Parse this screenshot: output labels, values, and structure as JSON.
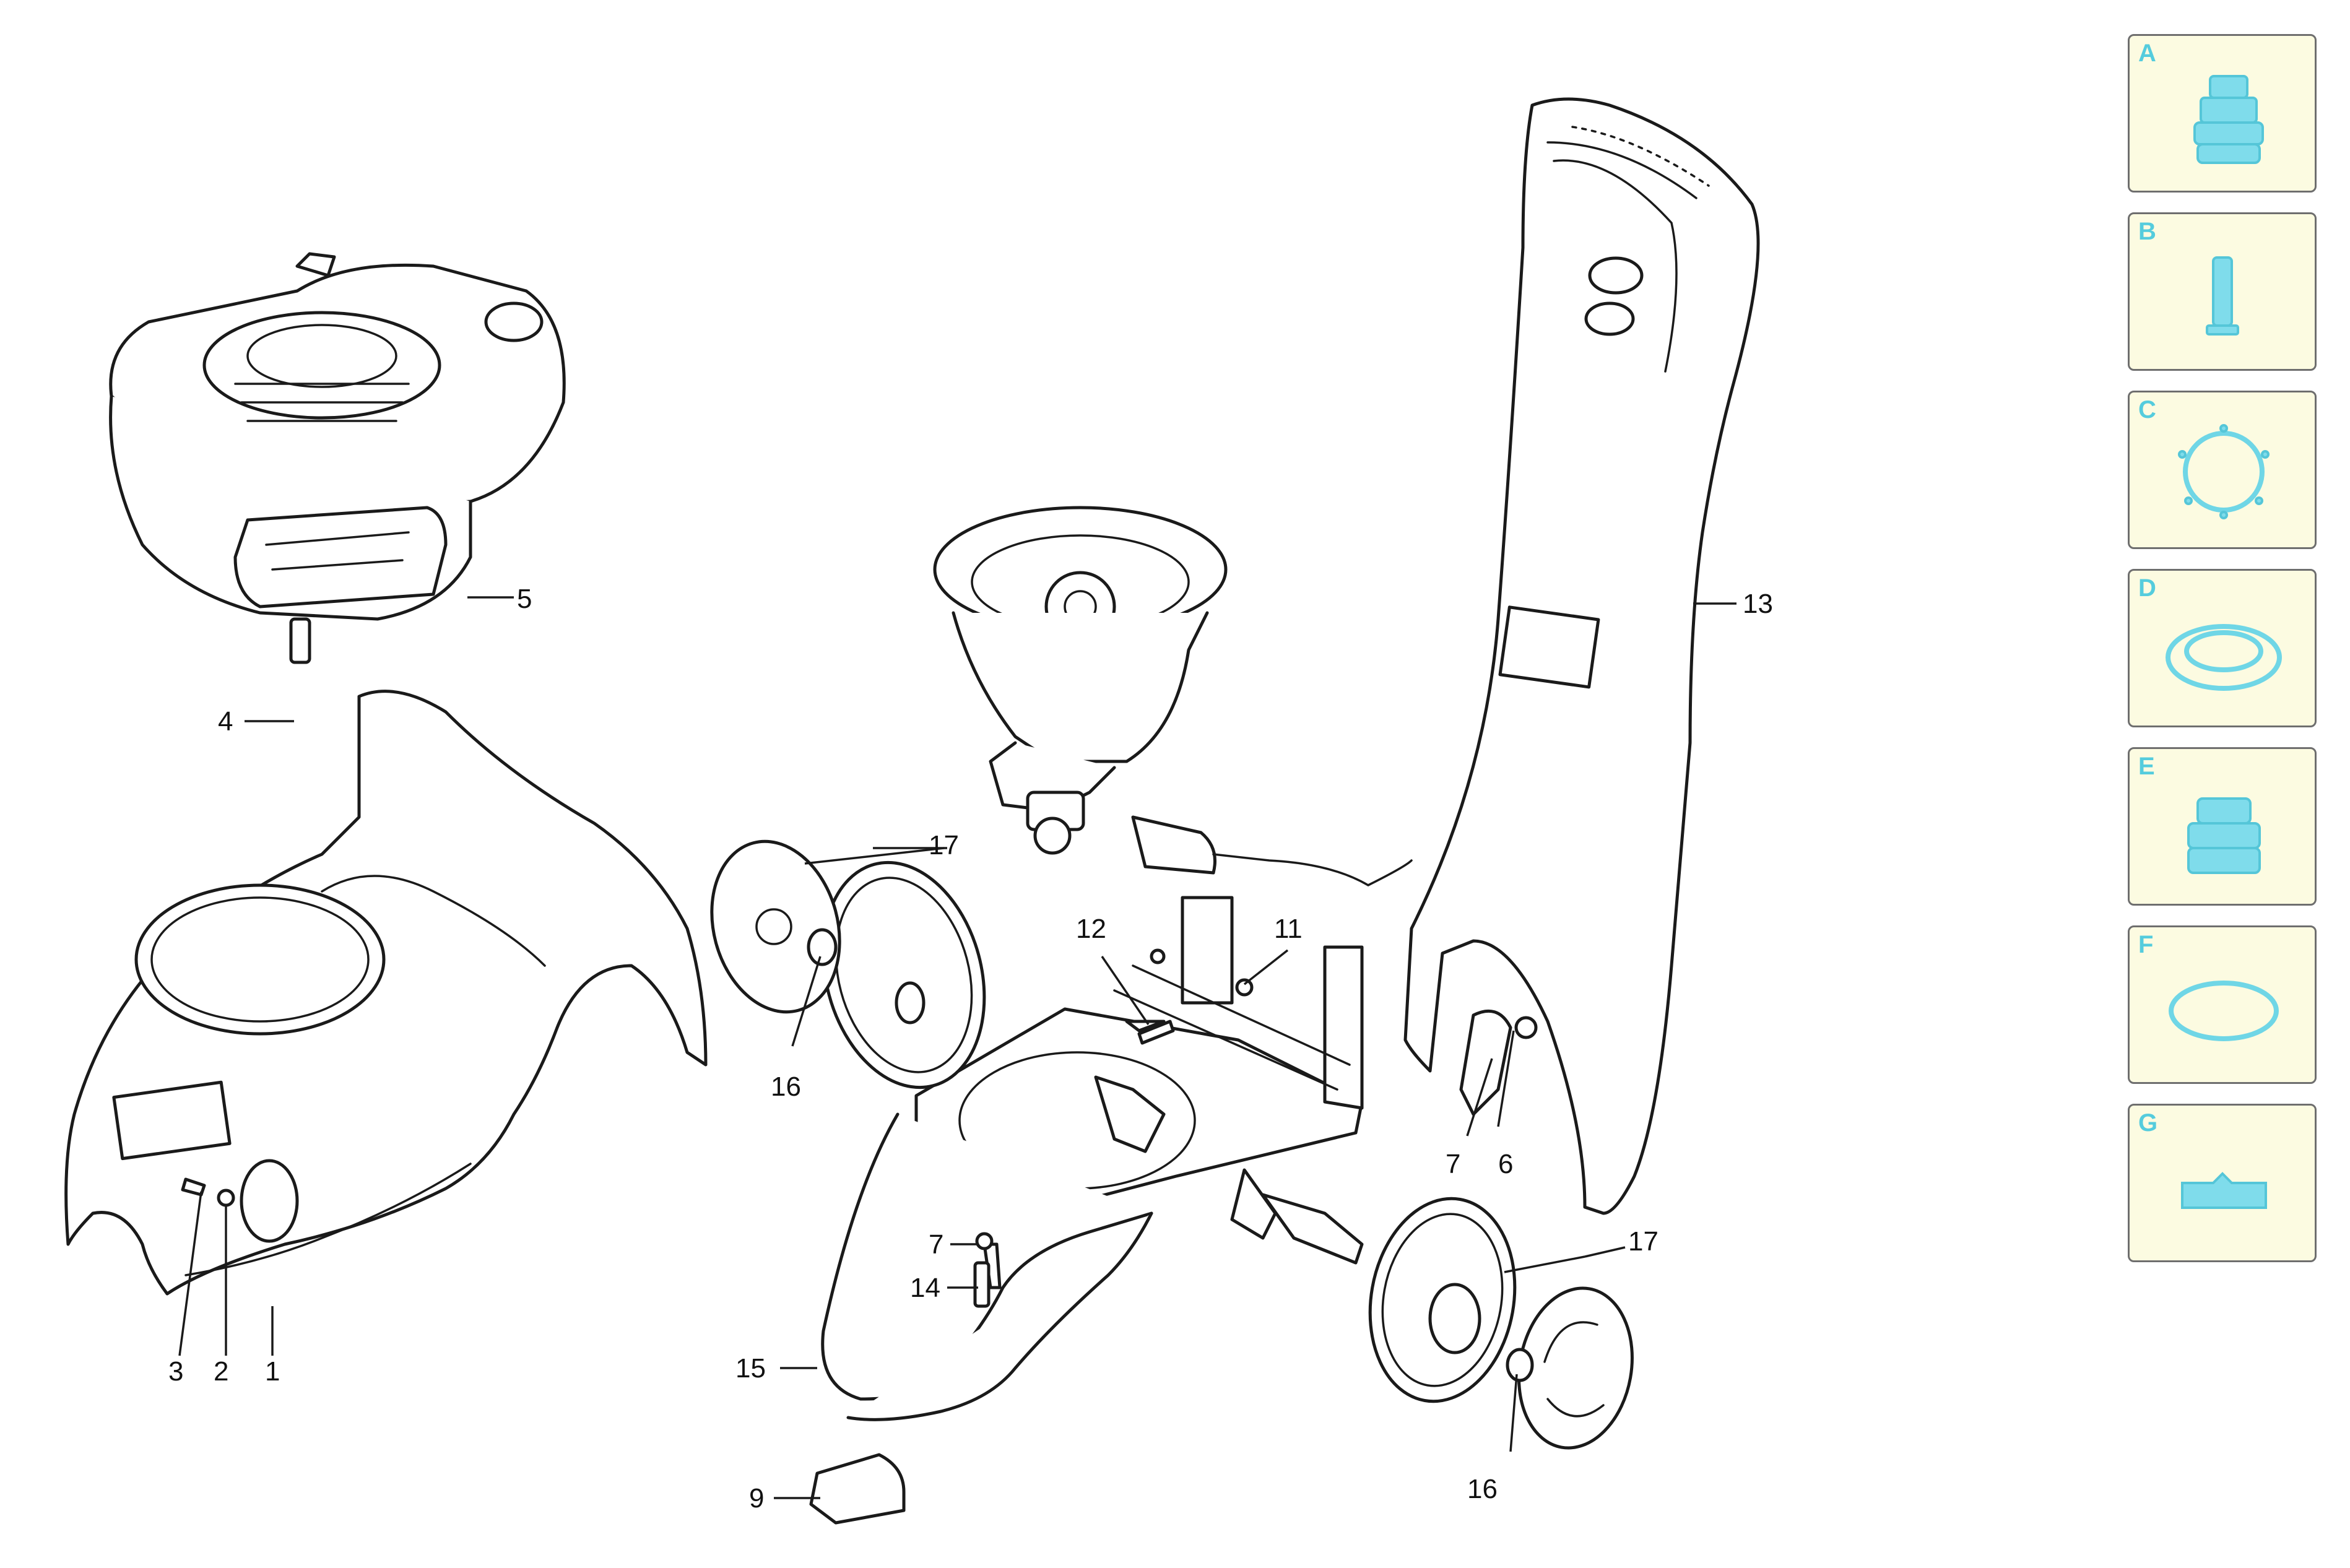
{
  "callouts": {
    "c1": "1",
    "c2": "2",
    "c3": "3",
    "c4": "4",
    "c5": "5",
    "c6": "6",
    "c7a": "7",
    "c7b": "7",
    "c9": "9",
    "c11": "11",
    "c12": "12",
    "c13": "13",
    "c14": "14",
    "c15": "15",
    "c16a": "16",
    "c16b": "16",
    "c17a": "17",
    "c17b": "17"
  },
  "sidebar": {
    "items": [
      {
        "letter": "A",
        "icon": "pump-head-icon"
      },
      {
        "letter": "B",
        "icon": "piston-icon"
      },
      {
        "letter": "C",
        "icon": "gasket-ring-icon"
      },
      {
        "letter": "D",
        "icon": "seal-ring-icon"
      },
      {
        "letter": "E",
        "icon": "valve-cartridge-icon"
      },
      {
        "letter": "F",
        "icon": "o-ring-icon"
      },
      {
        "letter": "G",
        "icon": "wedge-block-icon"
      }
    ],
    "accent_color": "#55ccdd",
    "tile_background": "#fcfbe1"
  }
}
